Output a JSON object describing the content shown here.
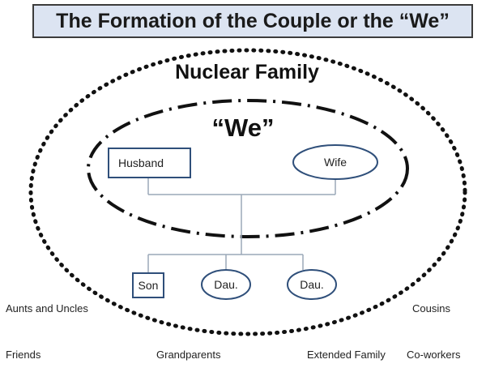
{
  "title": "The Formation of the Couple or the “We”",
  "circles": {
    "nuclear_family_label": "Nuclear Family",
    "we_label": "“We”"
  },
  "members": {
    "husband": "Husband",
    "wife": "Wife",
    "son": "Son",
    "daughter_1": "Dau.",
    "daughter_2": "Dau."
  },
  "extended_family": {
    "aunts_and_uncles": "Aunts and Uncles",
    "cousins": "Cousins",
    "friends": "Friends",
    "grandparents": "Grandparents",
    "extended_family": "Extended Family",
    "co_workers": "Co-workers"
  },
  "colors": {
    "title_background": "#dce4f2",
    "node_border": "#2f4f7a",
    "connector_line": "#9aa8b8",
    "outline": "#111111"
  }
}
